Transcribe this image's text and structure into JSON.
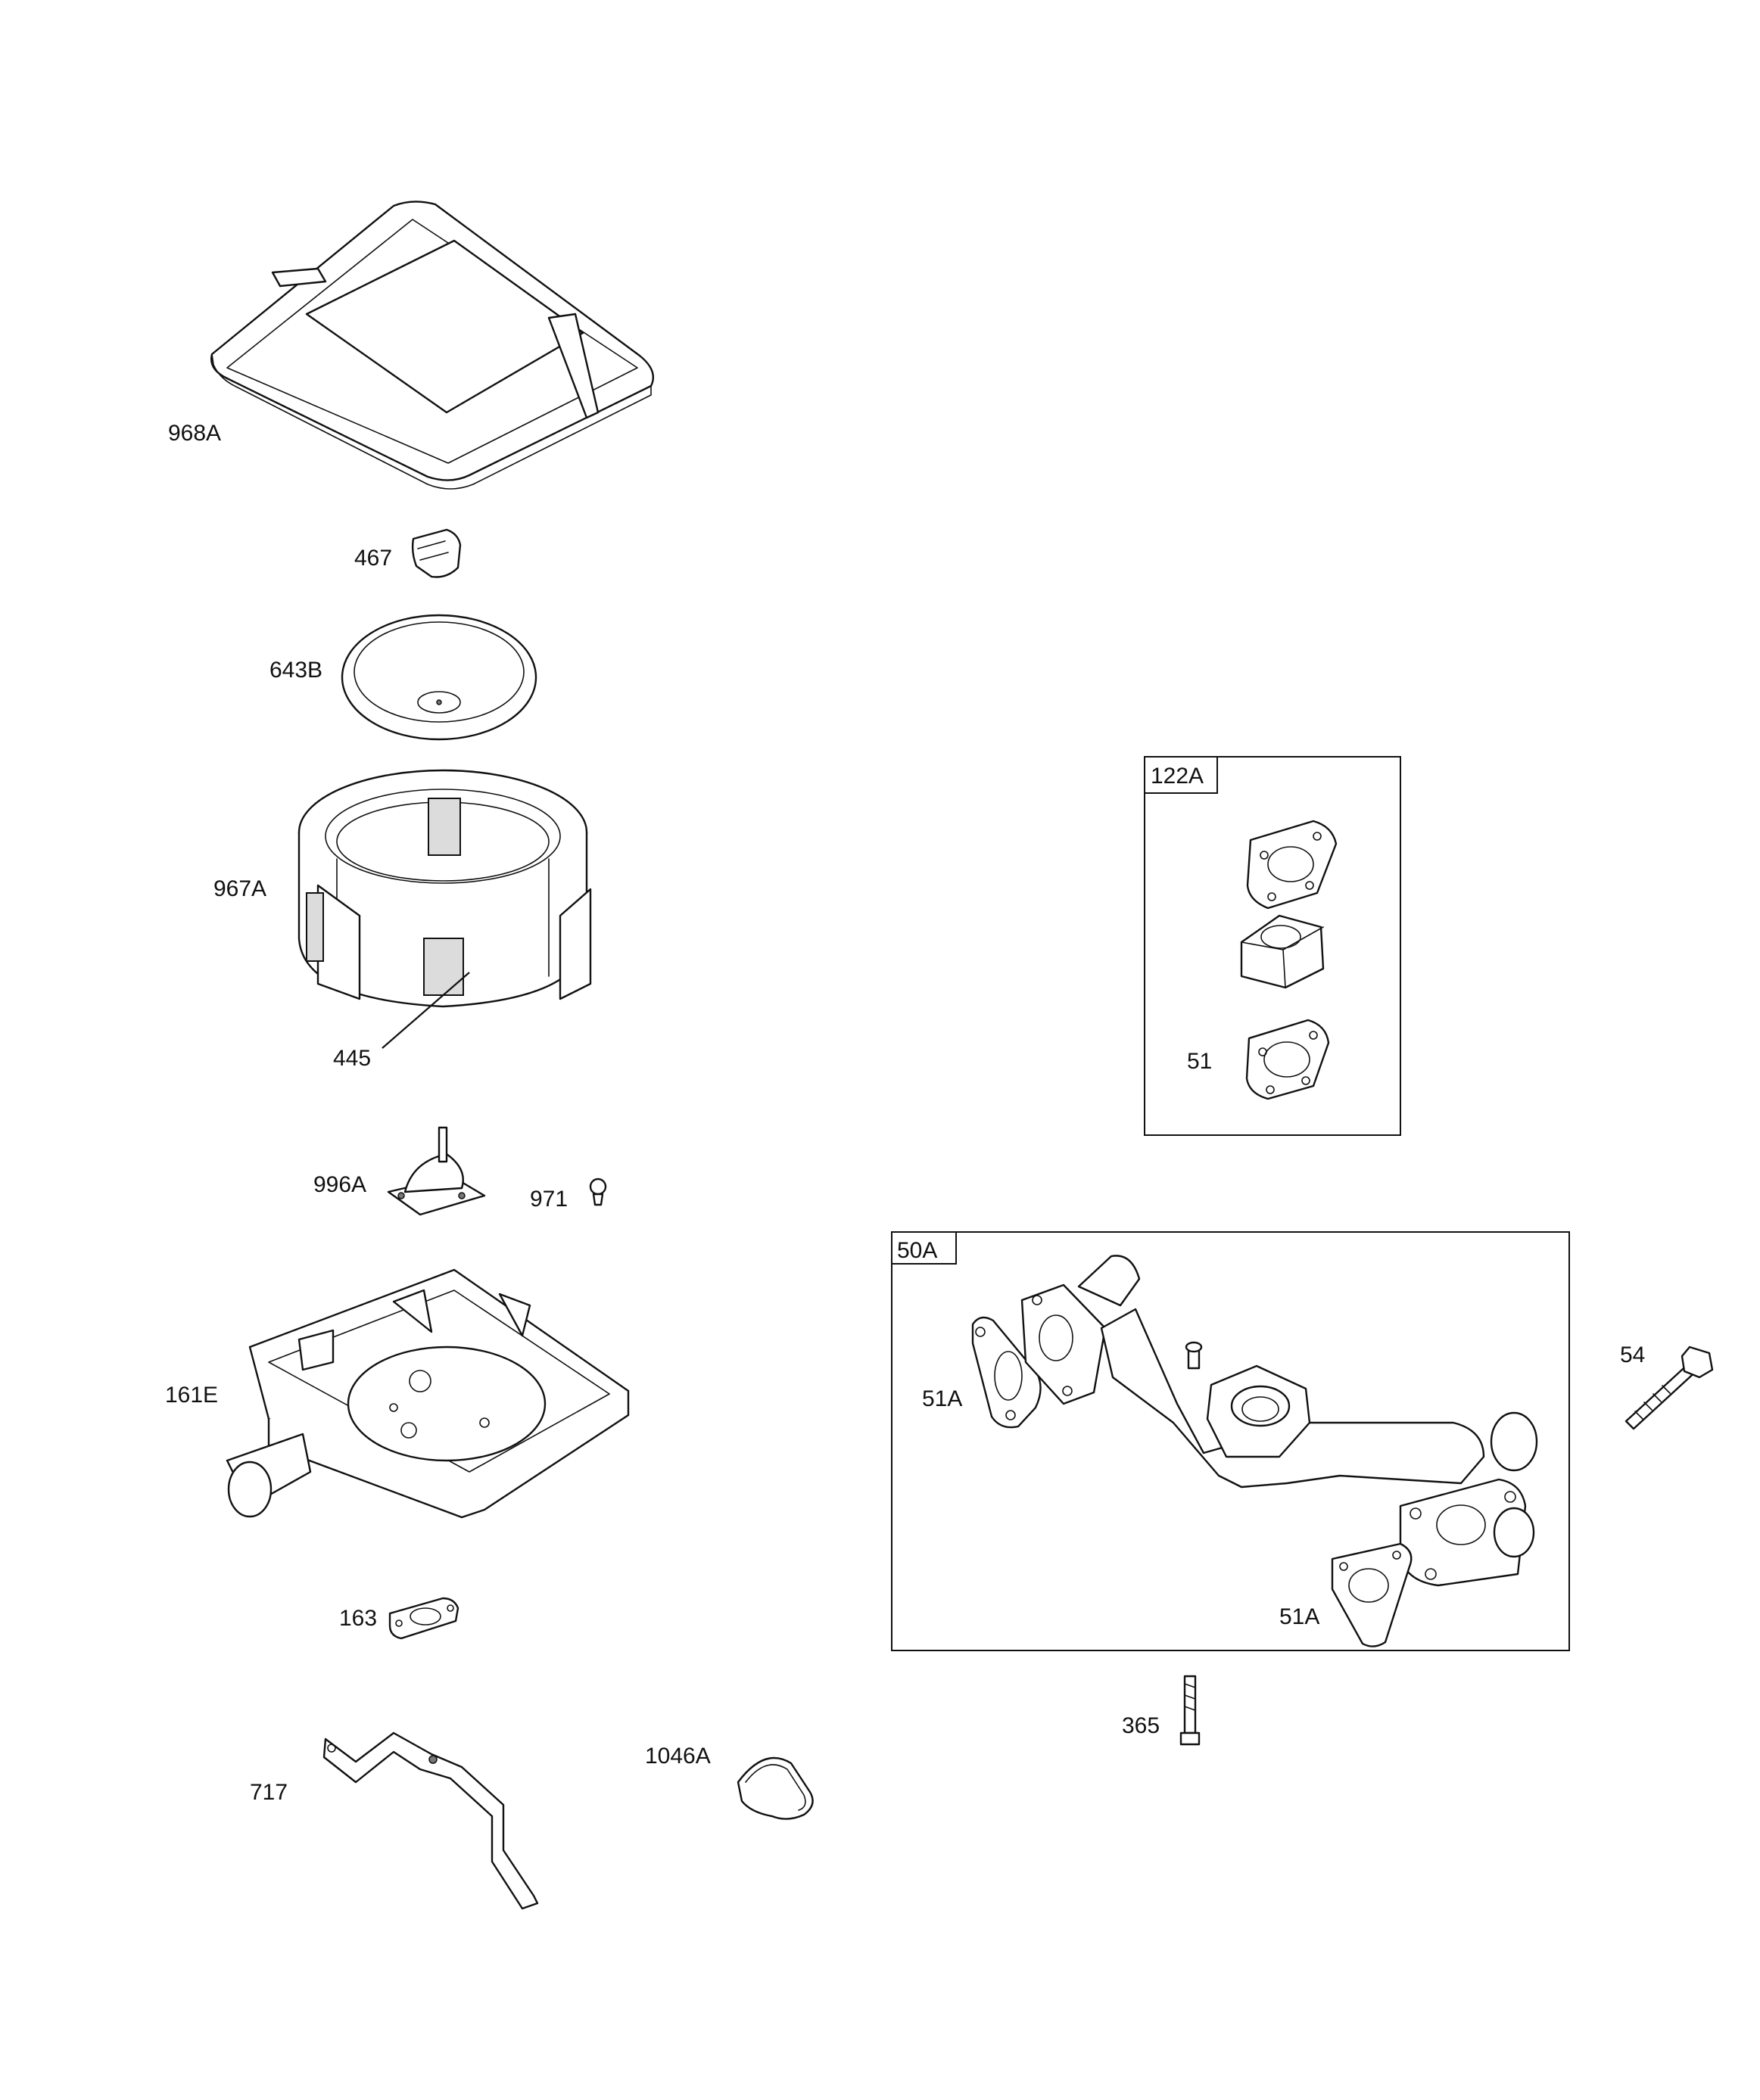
{
  "callouts": {
    "968A": "968A",
    "467": "467",
    "643B": "643B",
    "967A": "967A",
    "445": "445",
    "996A": "996A",
    "971": "971",
    "161E": "161E",
    "163": "163",
    "717": "717",
    "1046A": "1046A",
    "122A": "122A",
    "51": "51",
    "50A": "50A",
    "51A_left": "51A",
    "51A_right": "51A",
    "54": "54",
    "365": "365"
  }
}
